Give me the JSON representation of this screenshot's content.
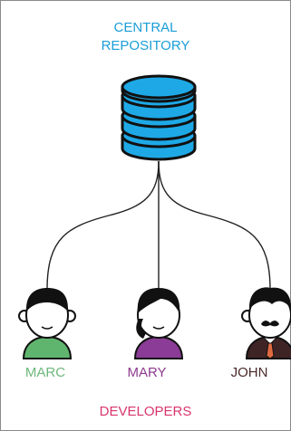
{
  "repository": {
    "title_line1": "CENTRAL",
    "title_line2": "REPOSITORY",
    "color": "#1a9ed8",
    "fill": "#1ea9e6",
    "icon": "database-icon"
  },
  "developers": [
    {
      "name": "MARC",
      "color": "#6db77b",
      "shirt": "#5fb56e",
      "icon": "developer-avatar-icon"
    },
    {
      "name": "MARY",
      "color": "#8e3a8f",
      "shirt": "#8b3c96",
      "icon": "developer-avatar-icon"
    },
    {
      "name": "JOHN",
      "color": "#4a2a2a",
      "shirt": "#3f2426",
      "tie": "#e06a40",
      "icon": "developer-avatar-icon"
    }
  ],
  "group_label": {
    "text": "DEVELOPERS",
    "color": "#d9356b"
  },
  "connector_color": "#222222"
}
